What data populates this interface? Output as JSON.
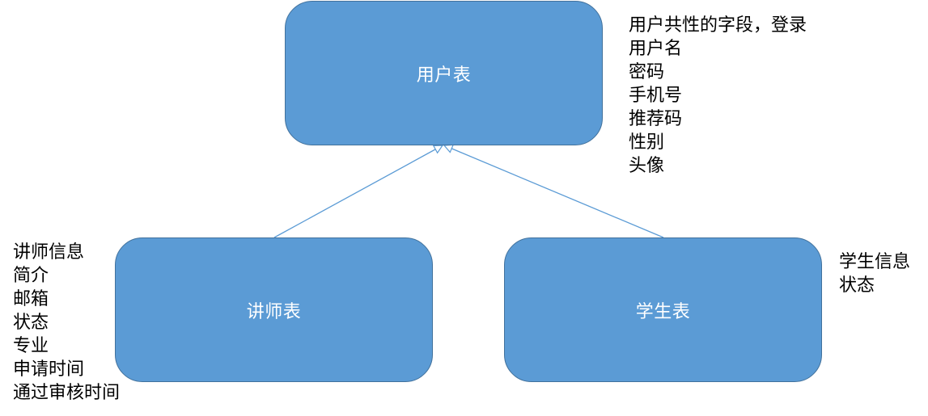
{
  "nodes": {
    "user": {
      "label": "用户表"
    },
    "teacher": {
      "label": "讲师表"
    },
    "student": {
      "label": "学生表"
    }
  },
  "notes": {
    "user": [
      "用户共性的字段，登录",
      "用户名",
      "密码",
      "手机号",
      "推荐码",
      "性别",
      "头像"
    ],
    "teacher": [
      "讲师信息",
      "简介",
      "邮箱",
      "状态",
      "专业",
      "申请时间",
      "通过审核时间"
    ],
    "student": [
      "学生信息",
      "状态"
    ]
  },
  "colors": {
    "node_fill": "#5b9bd5",
    "node_border": "#41719c",
    "connector": "#5b9bd5"
  }
}
